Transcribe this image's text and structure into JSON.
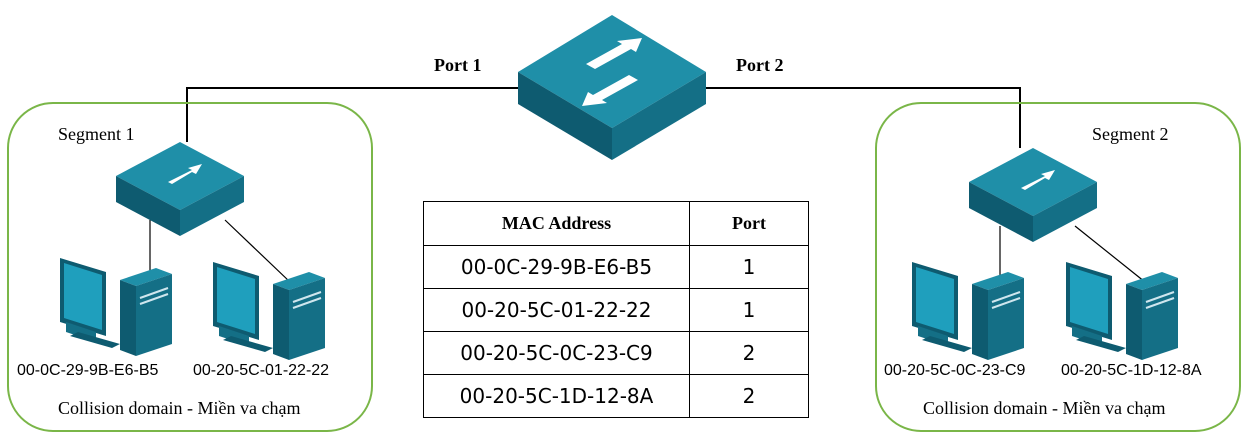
{
  "ports": {
    "left": "Port 1",
    "right": "Port 2"
  },
  "segments": [
    {
      "label": "Segment 1",
      "domain": "Collision domain - Miền va chạm",
      "hosts": [
        {
          "mac": "00-0C-29-9B-E6-B5"
        },
        {
          "mac": "00-20-5C-01-22-22"
        }
      ]
    },
    {
      "label": "Segment 2",
      "domain": "Collision domain - Miền va chạm",
      "hosts": [
        {
          "mac": "00-20-5C-0C-23-C9"
        },
        {
          "mac": "00-20-5C-1D-12-8A"
        }
      ]
    }
  ],
  "mac_table": {
    "headers": [
      "MAC Address",
      "Port"
    ],
    "rows": [
      [
        "00-0C-29-9B-E6-B5",
        "1"
      ],
      [
        "00-20-5C-01-22-22",
        "1"
      ],
      [
        "00-20-5C-0C-23-C9",
        "2"
      ],
      [
        "00-20-5C-1D-12-8A",
        "2"
      ]
    ]
  },
  "colors": {
    "device_top": "#1f8fa8",
    "device_side": "#146f86",
    "device_front": "#0e5b70",
    "segment_border": "#7ab648",
    "link": "#000000"
  }
}
